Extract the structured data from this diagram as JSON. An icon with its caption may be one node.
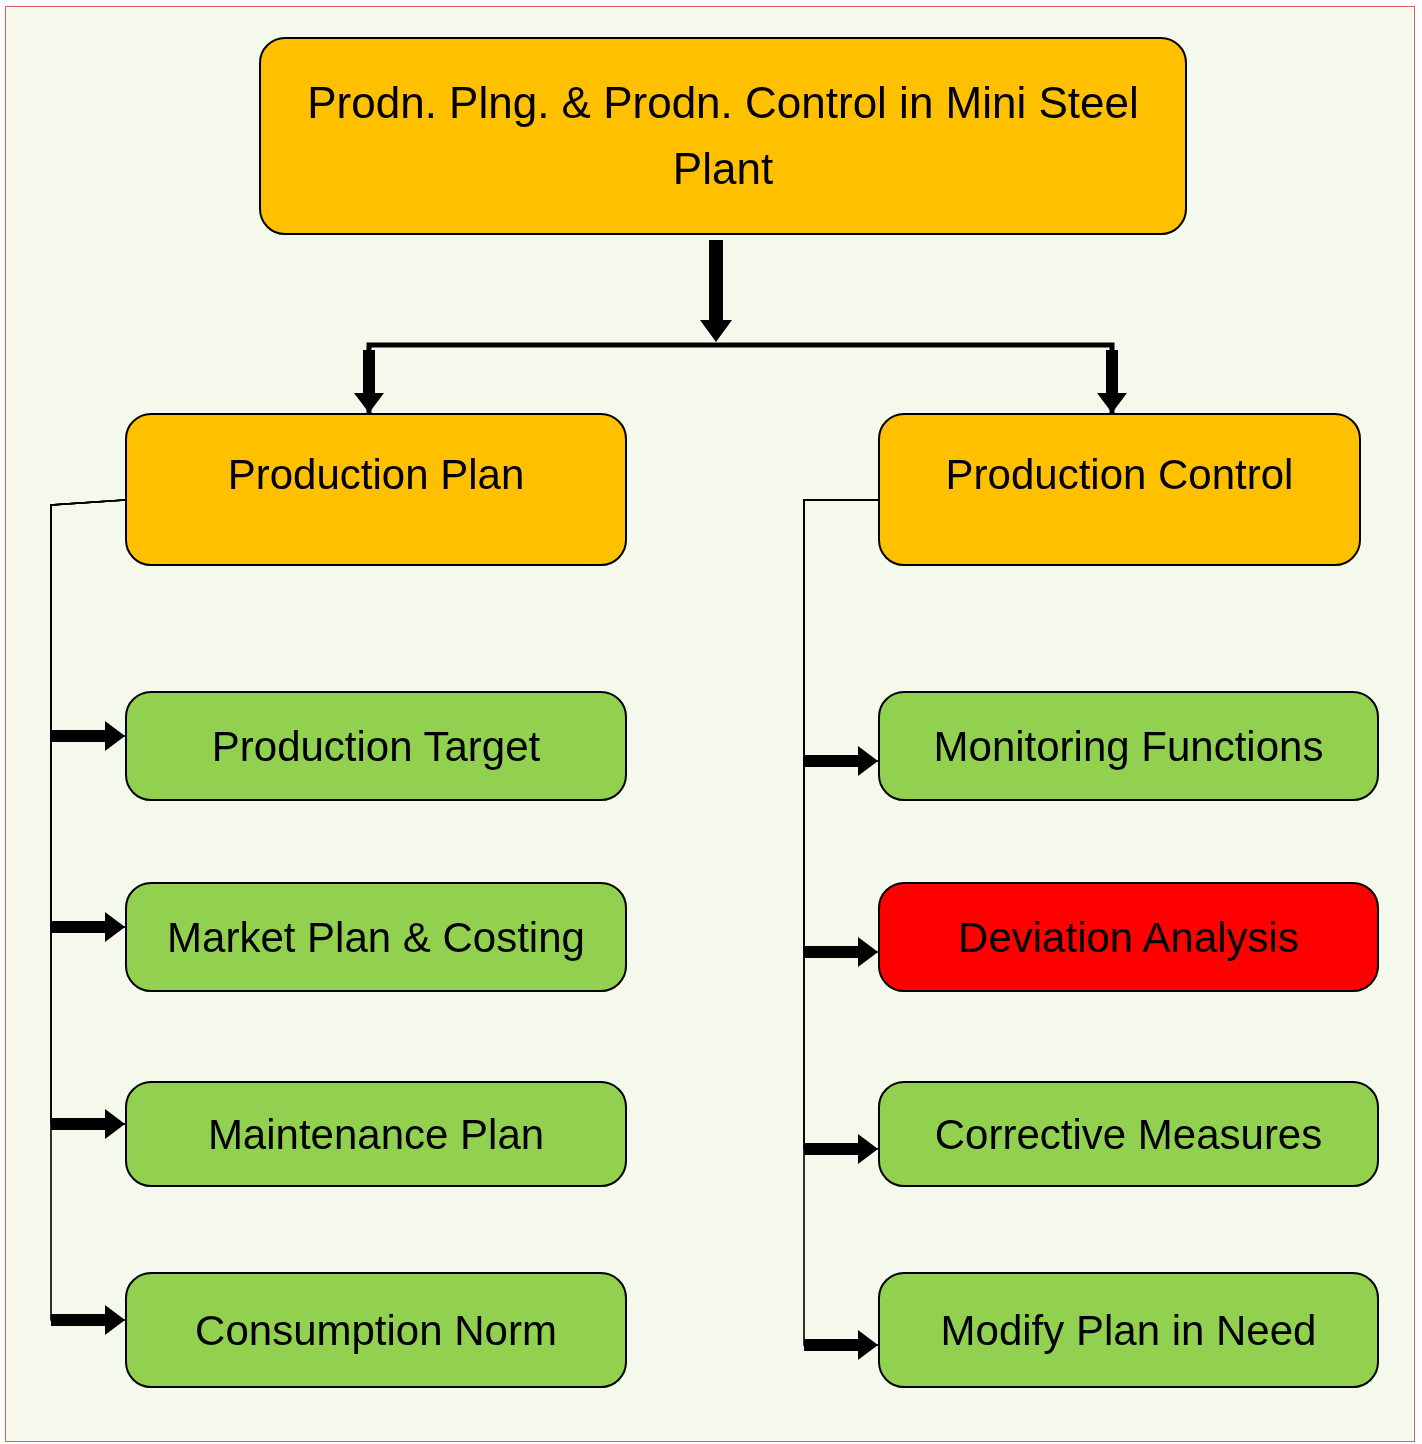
{
  "diagram": {
    "nodes": [
      {
        "text": [
          "Prodn. Plng.  & Prodn. Control in Mini Steel Plant"
        ]
      },
      {
        "text": [
          "Production Plan"
        ]
      },
      {
        "text": [
          "Production Control"
        ]
      },
      {
        "text": [
          "Production Target"
        ]
      },
      {
        "text": [
          "Market Plan & Costing"
        ]
      },
      {
        "text": [
          "Maintenance Plan"
        ]
      },
      {
        "text": [
          "Consumption Norm"
        ]
      },
      {
        "text": [
          "Monitoring Functions"
        ]
      },
      {
        "text": [
          "Deviation Analysis"
        ]
      },
      {
        "text": [
          "Corrective Measures"
        ]
      },
      {
        "text": [
          "Modify Plan in Need"
        ]
      }
    ],
    "edges": [
      {
        "from": 0,
        "to": 1,
        "arrow": "to",
        "style": "thick"
      },
      {
        "from": 0,
        "to": 2,
        "arrow": "to",
        "style": "thick"
      },
      {
        "from": 1,
        "to": 3,
        "arrow": "to"
      },
      {
        "from": 1,
        "to": 4,
        "arrow": "to"
      },
      {
        "from": 1,
        "to": 5,
        "arrow": "to"
      },
      {
        "from": 1,
        "to": 6,
        "arrow": "to"
      },
      {
        "from": 2,
        "to": 7,
        "arrow": "to"
      },
      {
        "from": 2,
        "to": 8,
        "arrow": "to"
      },
      {
        "from": 2,
        "to": 9,
        "arrow": "to"
      },
      {
        "from": 2,
        "to": 10,
        "arrow": "to"
      }
    ]
  }
}
